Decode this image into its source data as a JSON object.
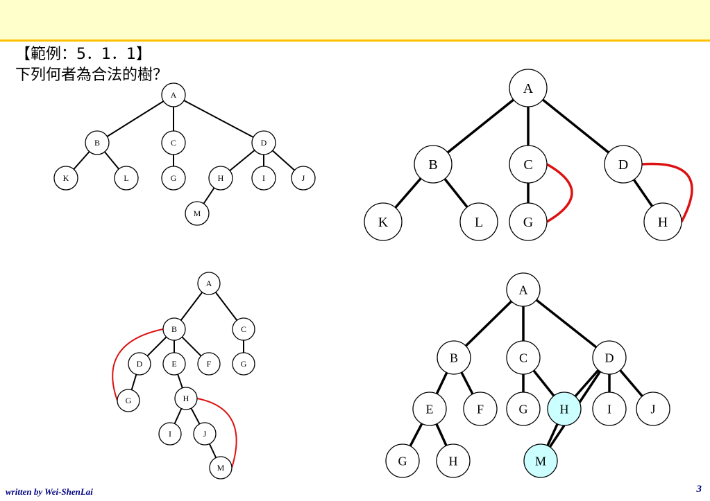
{
  "slide": {
    "title_line1": "【範例：5．1．1】",
    "title_line2": "下列何者為合法的樹？",
    "footer_author": "written by Wei-ShenLai",
    "page_number": "3"
  },
  "colors": {
    "header_band": "#ffffcc",
    "header_rule": "#ffc000",
    "extra_edge": "#dd1111",
    "highlight_node": "#ccffff",
    "footer_text": "#000080"
  },
  "diagrams": [
    {
      "id": "tree-1",
      "nodes": [
        {
          "id": "A",
          "label": "A"
        },
        {
          "id": "B",
          "label": "B"
        },
        {
          "id": "C",
          "label": "C"
        },
        {
          "id": "D",
          "label": "D"
        },
        {
          "id": "K",
          "label": "K"
        },
        {
          "id": "L",
          "label": "L"
        },
        {
          "id": "G",
          "label": "G"
        },
        {
          "id": "H",
          "label": "H"
        },
        {
          "id": "I",
          "label": "I"
        },
        {
          "id": "J",
          "label": "J"
        },
        {
          "id": "M",
          "label": "M"
        }
      ],
      "edges": [
        [
          "A",
          "B"
        ],
        [
          "A",
          "C"
        ],
        [
          "A",
          "D"
        ],
        [
          "B",
          "K"
        ],
        [
          "B",
          "L"
        ],
        [
          "C",
          "G"
        ],
        [
          "D",
          "H"
        ],
        [
          "D",
          "I"
        ],
        [
          "D",
          "J"
        ],
        [
          "H",
          "M"
        ]
      ],
      "extra_edges": []
    },
    {
      "id": "tree-2",
      "nodes": [
        {
          "id": "A",
          "label": "A"
        },
        {
          "id": "B",
          "label": "B"
        },
        {
          "id": "C",
          "label": "C"
        },
        {
          "id": "D",
          "label": "D"
        },
        {
          "id": "K",
          "label": "K"
        },
        {
          "id": "L",
          "label": "L"
        },
        {
          "id": "G",
          "label": "G"
        },
        {
          "id": "H",
          "label": "H"
        }
      ],
      "edges": [
        [
          "A",
          "B"
        ],
        [
          "A",
          "C"
        ],
        [
          "A",
          "D"
        ],
        [
          "B",
          "K"
        ],
        [
          "B",
          "L"
        ],
        [
          "C",
          "G"
        ],
        [
          "D",
          "H"
        ]
      ],
      "extra_edges": [
        [
          "C",
          "G"
        ],
        [
          "D",
          "H"
        ]
      ]
    },
    {
      "id": "tree-3",
      "nodes": [
        {
          "id": "A",
          "label": "A"
        },
        {
          "id": "B",
          "label": "B"
        },
        {
          "id": "C",
          "label": "C"
        },
        {
          "id": "D",
          "label": "D"
        },
        {
          "id": "E",
          "label": "E"
        },
        {
          "id": "F",
          "label": "F"
        },
        {
          "id": "G2",
          "label": "G"
        },
        {
          "id": "G",
          "label": "G"
        },
        {
          "id": "H",
          "label": "H"
        },
        {
          "id": "I",
          "label": "I"
        },
        {
          "id": "J",
          "label": "J"
        },
        {
          "id": "M",
          "label": "M"
        }
      ],
      "edges": [
        [
          "A",
          "B"
        ],
        [
          "A",
          "C"
        ],
        [
          "B",
          "D"
        ],
        [
          "B",
          "E"
        ],
        [
          "B",
          "F"
        ],
        [
          "C",
          "G2"
        ],
        [
          "D",
          "G"
        ],
        [
          "E",
          "H"
        ],
        [
          "H",
          "I"
        ],
        [
          "H",
          "J"
        ],
        [
          "J",
          "M"
        ]
      ],
      "extra_edges": [
        [
          "B",
          "G"
        ],
        [
          "H",
          "M"
        ]
      ]
    },
    {
      "id": "tree-4",
      "nodes": [
        {
          "id": "A",
          "label": "A"
        },
        {
          "id": "B",
          "label": "B"
        },
        {
          "id": "C",
          "label": "C"
        },
        {
          "id": "D",
          "label": "D"
        },
        {
          "id": "E",
          "label": "E"
        },
        {
          "id": "F",
          "label": "F"
        },
        {
          "id": "G",
          "label": "G"
        },
        {
          "id": "H",
          "label": "H",
          "highlight": true
        },
        {
          "id": "I",
          "label": "I"
        },
        {
          "id": "J",
          "label": "J"
        },
        {
          "id": "G2",
          "label": "G"
        },
        {
          "id": "H2",
          "label": "H"
        },
        {
          "id": "M",
          "label": "M",
          "highlight": true
        }
      ],
      "edges": [
        [
          "A",
          "B"
        ],
        [
          "A",
          "C"
        ],
        [
          "A",
          "D"
        ],
        [
          "B",
          "E"
        ],
        [
          "B",
          "F"
        ],
        [
          "C",
          "G"
        ],
        [
          "C",
          "H"
        ],
        [
          "D",
          "H"
        ],
        [
          "D",
          "I"
        ],
        [
          "D",
          "J"
        ],
        [
          "E",
          "G2"
        ],
        [
          "E",
          "H2"
        ],
        [
          "H",
          "M"
        ],
        [
          "D",
          "M"
        ]
      ],
      "extra_edges": []
    }
  ]
}
